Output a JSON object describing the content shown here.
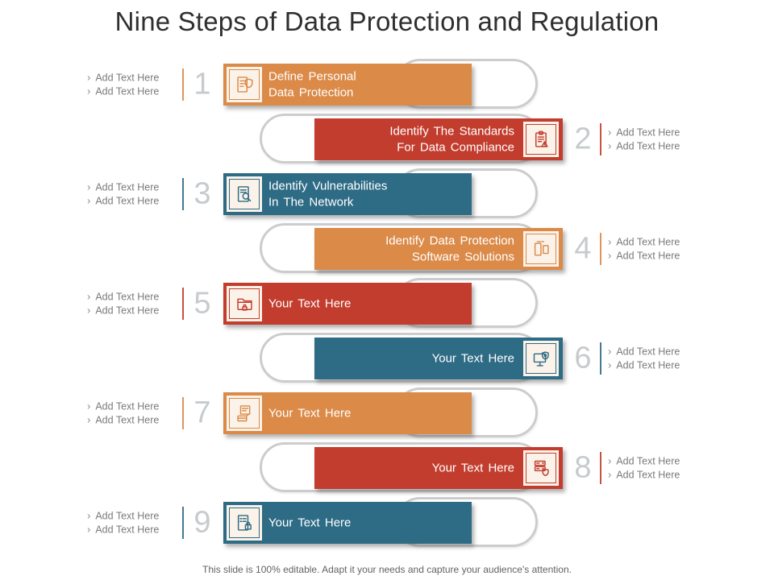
{
  "slide": {
    "title": "Nine Steps of Data Protection and Regulation",
    "footer": "This slide is 100% editable. Adapt it your needs and capture your audience's attention."
  },
  "palette": {
    "orange": "#db8a48",
    "red": "#c33d2e",
    "teal": "#2e6b85",
    "capsule_gray": "#cccccc",
    "number_gray": "#c7cbce",
    "side_text_gray": "#7b7b7b",
    "icon_box_bg": "#fbf3e9",
    "bar_text": "#ffffff"
  },
  "side_note": {
    "bullet": "›",
    "lines": [
      "Add Text Here",
      "Add Text Here"
    ]
  },
  "steps": [
    {
      "num": "1",
      "side": "left",
      "color": "orange",
      "icon": "document-shield-icon",
      "lines": [
        "Define Personal",
        "Data Protection"
      ]
    },
    {
      "num": "2",
      "side": "right",
      "color": "red",
      "icon": "clipboard-warning-icon",
      "lines": [
        "Identify The Standards",
        "For Data Compliance"
      ]
    },
    {
      "num": "3",
      "side": "left",
      "color": "teal",
      "icon": "document-search-icon",
      "lines": [
        "Identify Vulnerabilities",
        "In The Network"
      ]
    },
    {
      "num": "4",
      "side": "right",
      "color": "orange",
      "icon": "software-windows-icon",
      "lines": [
        "Identify Data Protection",
        "Software Solutions"
      ]
    },
    {
      "num": "5",
      "side": "left",
      "color": "red",
      "icon": "folder-lock-icon",
      "lines": [
        "Your Text Here"
      ]
    },
    {
      "num": "6",
      "side": "right",
      "color": "teal",
      "icon": "monitor-shield-icon",
      "lines": [
        "Your Text Here"
      ]
    },
    {
      "num": "7",
      "side": "left",
      "color": "orange",
      "icon": "document-tray-icon",
      "lines": [
        "Your Text Here"
      ]
    },
    {
      "num": "8",
      "side": "right",
      "color": "red",
      "icon": "server-shield-icon",
      "lines": [
        "Your Text Here"
      ]
    },
    {
      "num": "9",
      "side": "left",
      "color": "teal",
      "icon": "checklist-lock-icon",
      "lines": [
        "Your Text Here"
      ]
    }
  ]
}
